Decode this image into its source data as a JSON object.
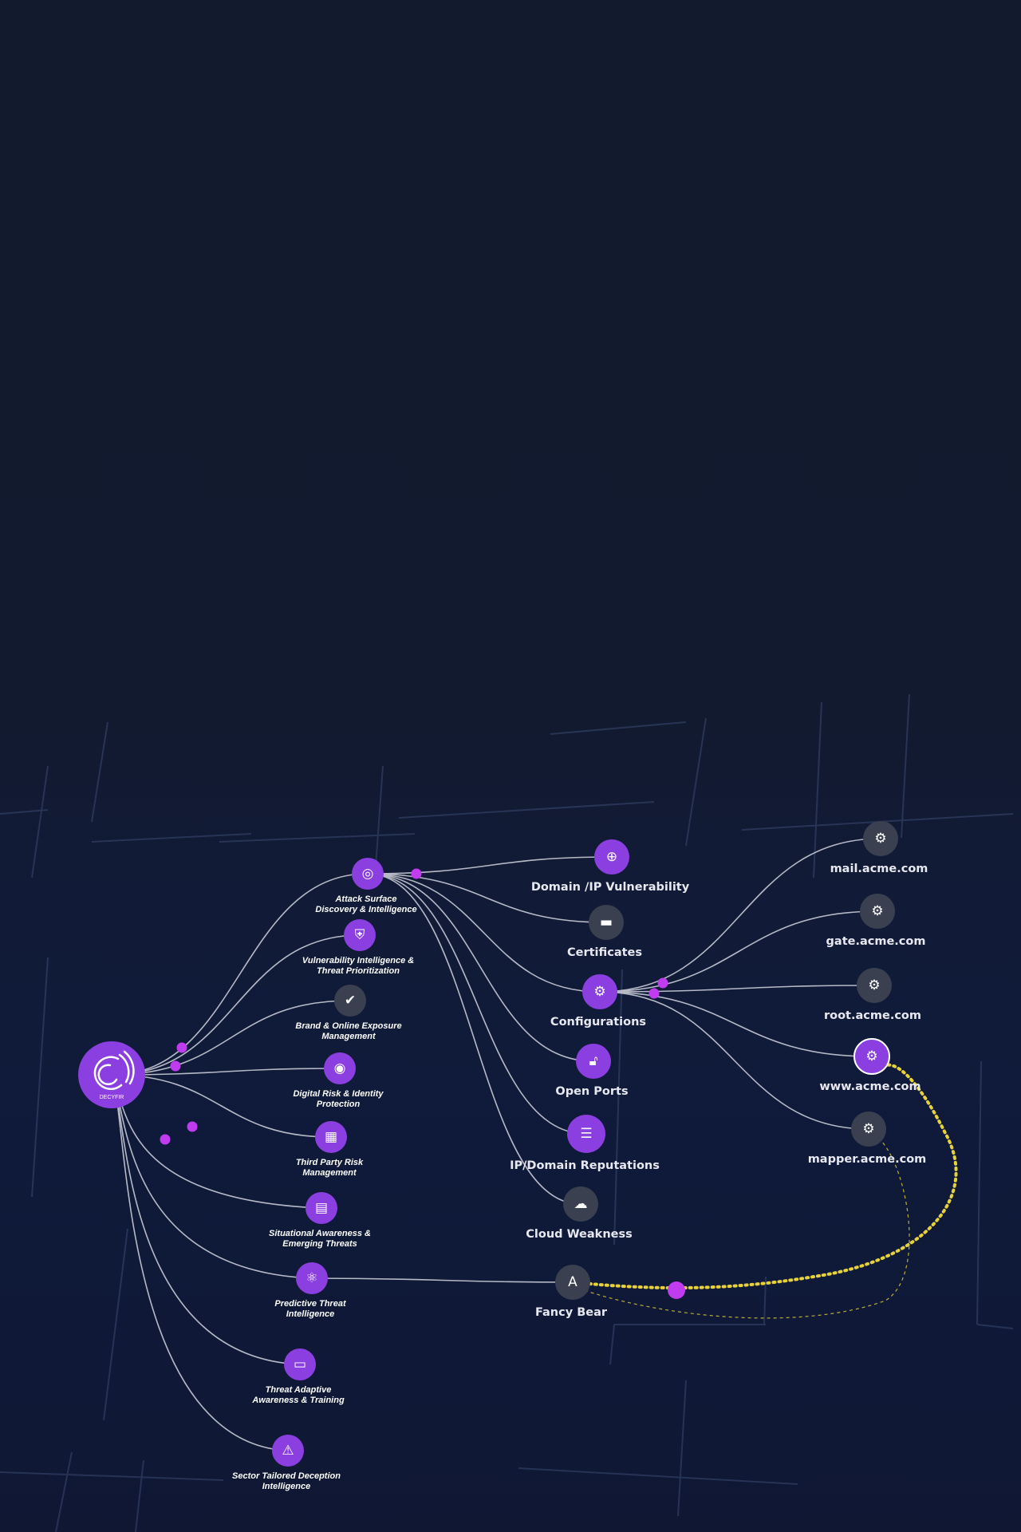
{
  "colors": {
    "background": "#121a2e",
    "accent": "#8b3fe0",
    "node_gray": "#3a4050",
    "edge": "#c9cbd6",
    "dot": "#c13cf0",
    "path_yellow": "#e8d23a"
  },
  "root": {
    "logo_text": "DECYFIR",
    "icon": "decyfir-logo-icon"
  },
  "modules": [
    {
      "id": "attack",
      "lines": [
        "Attack Surface",
        "Discovery & Intelligence"
      ],
      "icon": "fingerprint-target-icon",
      "active": true
    },
    {
      "id": "vuln",
      "lines": [
        "Vulnerability Intelligence &",
        "Threat Prioritization"
      ],
      "icon": "shield-bug-icon",
      "active": true
    },
    {
      "id": "brand",
      "lines": [
        "Brand & Online Exposure",
        "Management"
      ],
      "icon": "shield-check-icon",
      "active": false
    },
    {
      "id": "digital",
      "lines": [
        "Digital Risk & Identity",
        "Protection"
      ],
      "icon": "fingerprint-icon",
      "active": true
    },
    {
      "id": "third",
      "lines": [
        "Third Party Risk",
        "Management"
      ],
      "icon": "grid-icon",
      "active": true
    },
    {
      "id": "situational",
      "lines": [
        "Situational Awareness &",
        "Emerging Threats"
      ],
      "icon": "document-icon",
      "active": true
    },
    {
      "id": "predictive",
      "lines": [
        "Predictive Threat",
        "Intelligence"
      ],
      "icon": "atom-icon",
      "active": true
    },
    {
      "id": "adaptive",
      "lines": [
        "Threat Adaptive",
        "Awareness & Training"
      ],
      "icon": "laptop-icon",
      "active": true
    },
    {
      "id": "sector",
      "lines": [
        "Sector Tailored Deception",
        "Intelligence"
      ],
      "icon": "laptop-alert-icon",
      "active": true
    }
  ],
  "findings": [
    {
      "id": "domainvuln",
      "label": "Domain /IP Vulnerability",
      "icon": "globe-icon",
      "active": true
    },
    {
      "id": "certs",
      "label": "Certificates",
      "icon": "certificate-icon",
      "active": false
    },
    {
      "id": "configs",
      "label": "Configurations",
      "icon": "gear-icon",
      "active": true
    },
    {
      "id": "ports",
      "label": "Open Ports",
      "icon": "unlock-icon",
      "active": true
    },
    {
      "id": "reput",
      "label": "IP/Domain Reputations",
      "icon": "server-icon",
      "active": true
    },
    {
      "id": "cloud",
      "label": "Cloud Weakness",
      "icon": "cloud-icon",
      "active": false
    },
    {
      "id": "bear",
      "label": "Fancy Bear",
      "icon": "threat-actor-icon",
      "active": false
    }
  ],
  "assets": [
    {
      "id": "mail",
      "label": "mail.acme.com",
      "icon": "gear-icon",
      "active": false
    },
    {
      "id": "gate",
      "label": "gate.acme.com",
      "icon": "gear-icon",
      "active": false
    },
    {
      "id": "rootd",
      "label": "root.acme.com",
      "icon": "gear-icon",
      "active": false
    },
    {
      "id": "www",
      "label": "www.acme.com",
      "icon": "gear-icon",
      "active": true
    },
    {
      "id": "mapper",
      "label": "mapper.acme.com",
      "icon": "gear-icon",
      "active": false
    }
  ]
}
